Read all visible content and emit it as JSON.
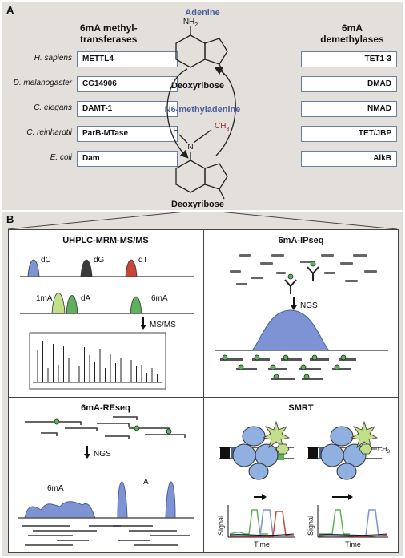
{
  "panel_a": {
    "label": "A",
    "left_header": "6mA methyl-\ntransferases",
    "right_header": "6mA\ndemethylases",
    "adenine_label": "Adenine",
    "n6_label": "N6-methyladenine",
    "deoxyribose_top": "Deoxyribose",
    "deoxyribose_bottom": "Deoxyribose",
    "nh2": "NH",
    "nh2_sub": "2",
    "h_label": "H",
    "ch3": "CH",
    "ch3_sub": "3",
    "n_atom": "N",
    "rows": [
      {
        "species": "H. sapiens",
        "methyltransferase": "METTL4",
        "demethylase": "TET1-3"
      },
      {
        "species": "D. melanogaster",
        "methyltransferase": "CG14906",
        "demethylase": "DMAD"
      },
      {
        "species": "C. elegans",
        "methyltransferase": "DAMT-1",
        "demethylase": "NMAD"
      },
      {
        "species": "C. reinhardtii",
        "methyltransferase": "ParB-MTase",
        "demethylase": "TET/JBP"
      },
      {
        "species": "E. coli",
        "methyltransferase": "Dam",
        "demethylase": "AlkB"
      }
    ]
  },
  "panel_b": {
    "label": "B",
    "uhplc": {
      "title": "UHPLC-MRM-MS/MS",
      "peaks_top": [
        "dC",
        "dG",
        "dT"
      ],
      "peaks_bottom": [
        "1mA",
        "dA",
        "6mA"
      ],
      "msms": "MS/MS"
    },
    "ipseq": {
      "title": "6mA-IPseq",
      "ngs": "NGS"
    },
    "reseq": {
      "title": "6mA-REseq",
      "ngs": "NGS",
      "label_6ma": "6mA",
      "label_a": "A"
    },
    "smrt": {
      "title": "SMRT",
      "ch3": "CH",
      "ch3_sub": "3",
      "signal": "Signal",
      "time": "Time"
    }
  },
  "colors": {
    "blue": "#7d93d4",
    "dark": "#3a3a3a",
    "red": "#c8453a",
    "green": "#5fb05a",
    "light_green": "#c3df8a",
    "accent_blue": "#4a5f9a",
    "methyl_red": "#9a2a2a"
  }
}
